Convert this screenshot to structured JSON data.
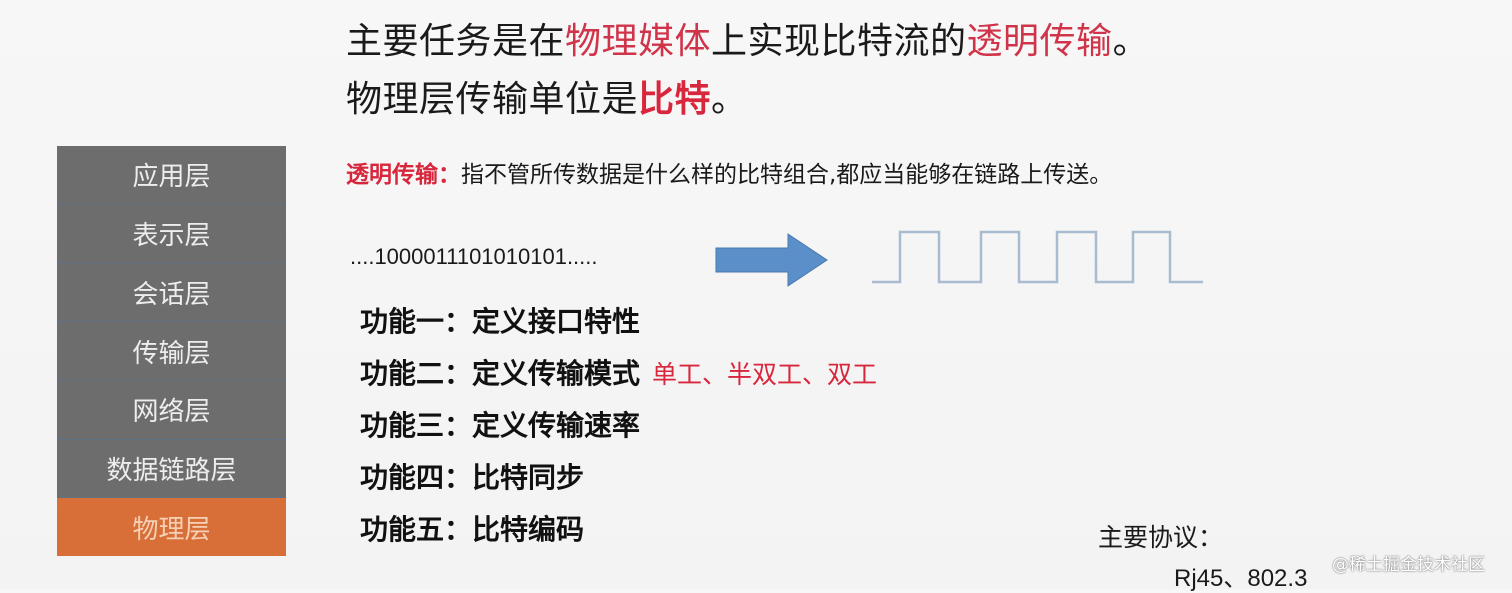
{
  "headline": {
    "line1": [
      {
        "text": "主要任务是在",
        "style": "normal"
      },
      {
        "text": "物理媒体",
        "style": "red"
      },
      {
        "text": "上实现比特流的",
        "style": "normal"
      },
      {
        "text": "透明传输",
        "style": "red"
      },
      {
        "text": "。",
        "style": "normal"
      }
    ],
    "line2": [
      {
        "text": "物理层传输单位是",
        "style": "normal"
      },
      {
        "text": "比特",
        "style": "bold-red"
      },
      {
        "text": "。",
        "style": "normal"
      }
    ]
  },
  "definition": {
    "term": "透明传输：",
    "text": "指不管所传数据是什么样的比特组合,都应当能够在链路上传送。"
  },
  "bitstream": {
    "text": "....1000011101010101.....",
    "arrow_icon": "right-arrow-icon",
    "arrow_color": "#5b8fc9",
    "waveform_color": "#a9bccf"
  },
  "functions": [
    {
      "label": "功能一：",
      "desc": "定义接口特性",
      "extra": ""
    },
    {
      "label": "功能二：",
      "desc": "定义传输模式",
      "extra": "单工、半双工、双工"
    },
    {
      "label": "功能三：",
      "desc": "定义传输速率",
      "extra": ""
    },
    {
      "label": "功能四：",
      "desc": "比特同步",
      "extra": ""
    },
    {
      "label": "功能五：",
      "desc": "比特编码",
      "extra": ""
    }
  ],
  "protocols": {
    "label": "主要协议：",
    "value": "Rj45、802.3"
  },
  "osi_layers": [
    {
      "name": "应用层",
      "active": false
    },
    {
      "name": "表示层",
      "active": false
    },
    {
      "name": "会话层",
      "active": false
    },
    {
      "name": "传输层",
      "active": false
    },
    {
      "name": "网络层",
      "active": false
    },
    {
      "name": "数据链路层",
      "active": false
    },
    {
      "name": "物理层",
      "active": true
    }
  ],
  "colors": {
    "accent_red": "#d8263c",
    "layer_gray": "#6d6d6d",
    "layer_active": "#d86f38"
  },
  "watermark": "@稀土掘金技术社区"
}
